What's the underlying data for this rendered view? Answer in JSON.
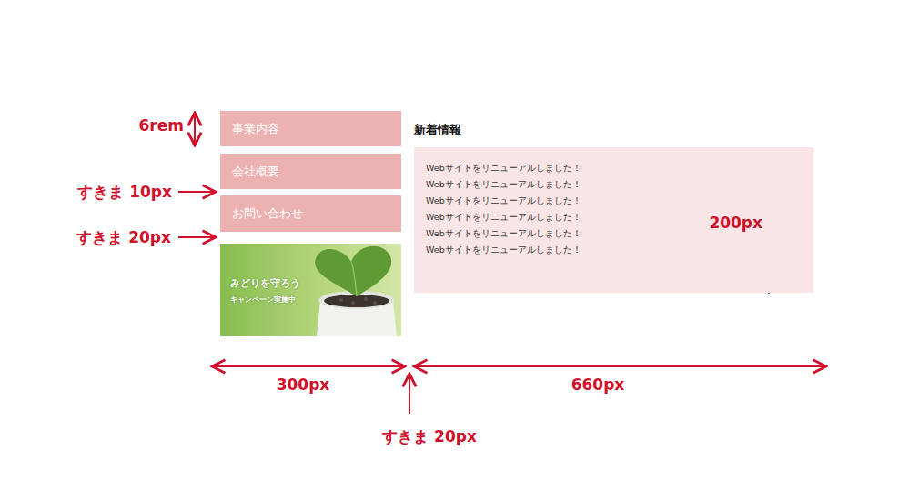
{
  "diagram": {
    "nodes": [
      {
        "text": [
          "事業内容"
        ]
      },
      {
        "text": [
          "会社概要"
        ]
      },
      {
        "text": [
          "お問い合わせ"
        ]
      },
      {
        "text": [
          "みどりを守ろう",
          "キャンペーン実施中"
        ]
      },
      {
        "text": [
          "新着情報",
          "Webサイトをリニューアルしました！",
          "Webサイトをリニューアルしました！",
          "Webサイトをリニューアルしました！",
          "Webサイトをリニューアルしました！",
          "Webサイトをリニューアルしました！",
          "Webサイトをリニューアルしました！"
        ]
      }
    ],
    "labels": [
      "6rem",
      "すきま 10px",
      "すきま 20px",
      "200px",
      "300px",
      "660px",
      "すきま 20px"
    ]
  }
}
